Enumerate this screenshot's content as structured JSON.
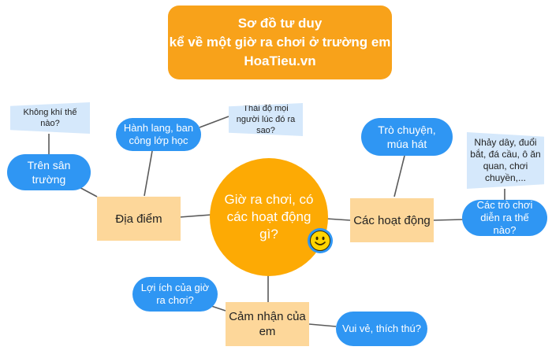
{
  "title": {
    "line1": "Sơ đồ tư duy",
    "line2": "kể về một giờ ra chơi ở trường em",
    "line3": "HoaTieu.vn"
  },
  "center": {
    "text": "Giờ ra chơi, có các hoạt động gì?"
  },
  "branches": {
    "location": {
      "label": "Địa điểm",
      "schoolyard": "Trên sân trường",
      "schoolyard_note": "Không khí thế nào?",
      "corridor": "Hành lang, ban công lớp học",
      "corridor_note": "Thái độ mọi người lúc đó ra sao?"
    },
    "activities": {
      "label": "Các hoạt động",
      "chat": "Trò chuyện, múa hát",
      "games": "Các trò chơi diễn ra thế nào?",
      "games_note": "Nhảy dây, đuổi bắt, đá cầu, ô ăn quan, chơi chuyền,..."
    },
    "feelings": {
      "label": "Cảm nhận của em",
      "benefit": "Lợi ích của giờ ra chơi?",
      "fun": "Vui vẻ, thích thú?"
    }
  },
  "colors": {
    "title_bg": "#f8a21a",
    "center_bg": "#fdaa04",
    "rect_bg": "#fdd79a",
    "pill_bg": "#2f96f3",
    "note_bg": "#d5e8fb",
    "line": "#5a5a5a"
  },
  "icons": {
    "center_badge": "smiley-icon"
  }
}
